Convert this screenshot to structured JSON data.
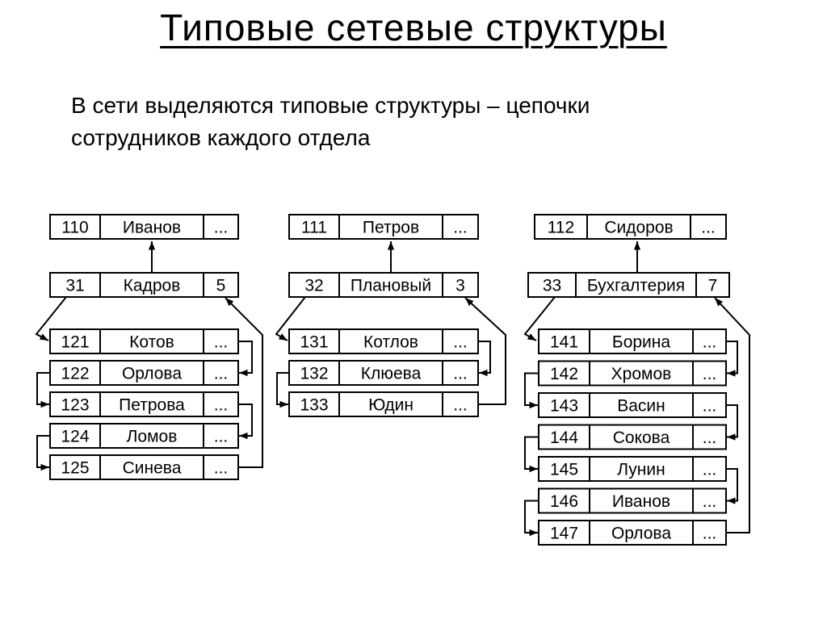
{
  "slide": {
    "title": "Типовые сетевые структуры",
    "subtitle": "В сети выделяются типовые структуры – цепочки\nсотрудников каждого отдела"
  },
  "colors": {
    "ink": "#000000",
    "background": "#ffffff"
  },
  "diagram": {
    "groups": [
      {
        "head": {
          "id": "110",
          "name": "Иванов",
          "more": "..."
        },
        "dept": {
          "id": "31",
          "name": "Кадров",
          "count": "5"
        },
        "members": [
          {
            "id": "121",
            "name": "Котов",
            "more": "..."
          },
          {
            "id": "122",
            "name": "Орлова",
            "more": "..."
          },
          {
            "id": "123",
            "name": "Петрова",
            "more": "..."
          },
          {
            "id": "124",
            "name": "Ломов",
            "more": "..."
          },
          {
            "id": "125",
            "name": "Синева",
            "more": "..."
          }
        ]
      },
      {
        "head": {
          "id": "111",
          "name": "Петров",
          "more": "..."
        },
        "dept": {
          "id": "32",
          "name": "Плановый",
          "count": "3"
        },
        "members": [
          {
            "id": "131",
            "name": "Котлов",
            "more": "..."
          },
          {
            "id": "132",
            "name": "Клюева",
            "more": "..."
          },
          {
            "id": "133",
            "name": "Юдин",
            "more": "..."
          }
        ]
      },
      {
        "head": {
          "id": "112",
          "name": "Сидоров",
          "more": "..."
        },
        "dept": {
          "id": "33",
          "name": "Бухгалтерия",
          "count": "7"
        },
        "members": [
          {
            "id": "141",
            "name": "Борина",
            "more": "..."
          },
          {
            "id": "142",
            "name": "Хромов",
            "more": "..."
          },
          {
            "id": "143",
            "name": "Васин",
            "more": "..."
          },
          {
            "id": "144",
            "name": "Сокова",
            "more": "..."
          },
          {
            "id": "145",
            "name": "Лунин",
            "more": "..."
          },
          {
            "id": "146",
            "name": "Иванов",
            "more": "..."
          },
          {
            "id": "147",
            "name": "Орлова",
            "more": "..."
          }
        ]
      }
    ]
  }
}
